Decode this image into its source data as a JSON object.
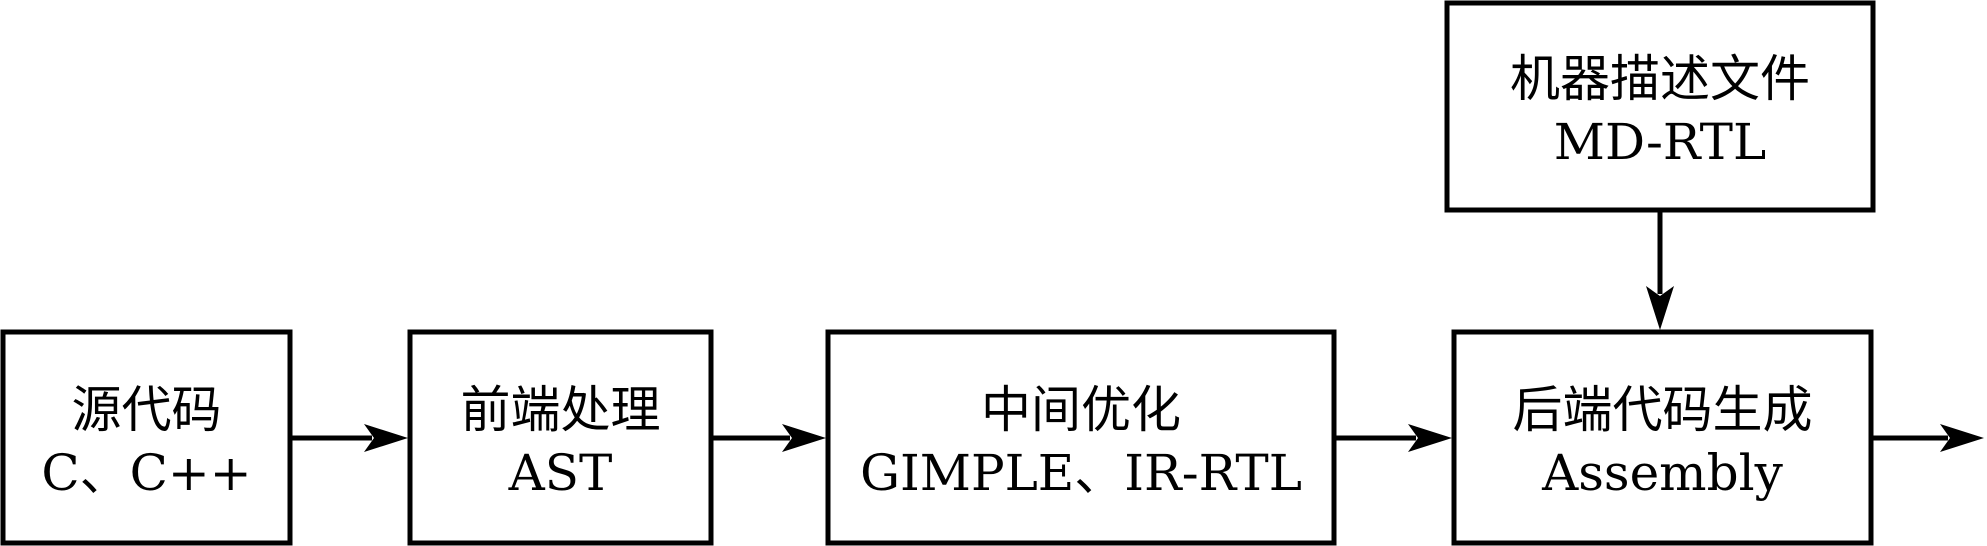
{
  "nodes": {
    "source": {
      "line1": "源代码",
      "line2": "C、C++"
    },
    "frontend": {
      "line1": "前端处理",
      "line2": "AST"
    },
    "middle": {
      "line1": "中间优化",
      "line2": "GIMPLE、IR-RTL"
    },
    "backend": {
      "line1": "后端代码生成",
      "line2": "Assembly"
    },
    "machine_desc": {
      "line1": "机器描述文件",
      "line2": "MD-RTL"
    }
  },
  "edges": [
    {
      "from": "source",
      "to": "frontend"
    },
    {
      "from": "frontend",
      "to": "middle"
    },
    {
      "from": "middle",
      "to": "backend"
    },
    {
      "from": "machine_desc",
      "to": "backend"
    },
    {
      "from": "backend",
      "to": "output"
    }
  ],
  "colors": {
    "stroke": "#000000",
    "fill": "#ffffff",
    "text": "#000000"
  }
}
